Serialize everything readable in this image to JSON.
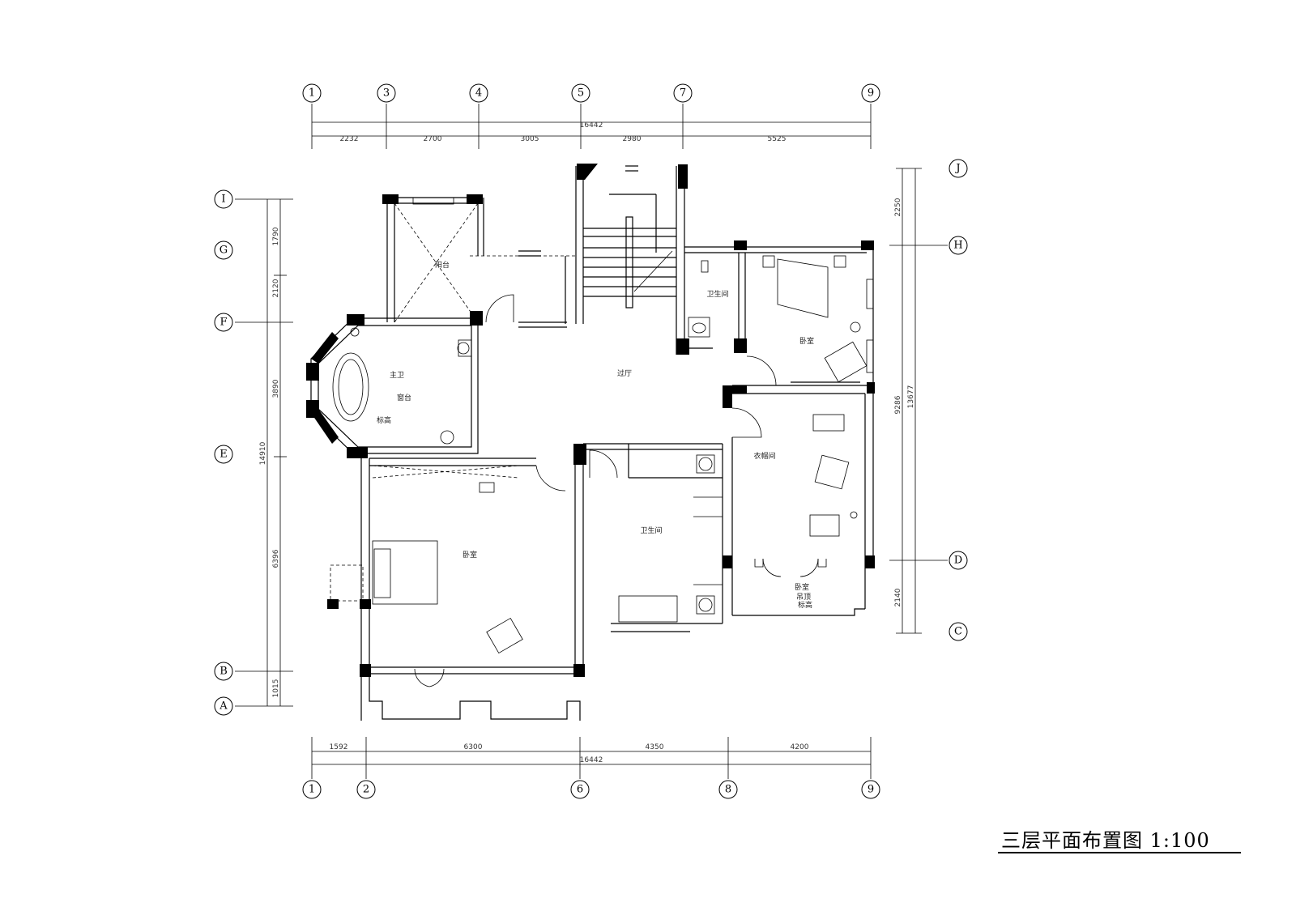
{
  "drawing_title": "三层平面布置图 1:100",
  "axes": {
    "top": [
      "1",
      "3",
      "4",
      "5",
      "7",
      "9"
    ],
    "bottom": [
      "1",
      "2",
      "6",
      "8",
      "9"
    ],
    "left": [
      "I",
      "G",
      "F",
      "E",
      "B",
      "A"
    ],
    "right": [
      "J",
      "H",
      "D",
      "C"
    ]
  },
  "dimensions": {
    "top_total": "16442",
    "top_segments": [
      "2232",
      "2700",
      "3005",
      "2980",
      "5525"
    ],
    "bottom_total": "16442",
    "bottom_segments": [
      "1592",
      "6300",
      "4350",
      "4200"
    ],
    "left_total": "14910",
    "left_segments": [
      "1790",
      "2120",
      "3890",
      "6396",
      "1015"
    ],
    "right_total": "13677",
    "right_segments": [
      "2250",
      "9286",
      "2140"
    ]
  },
  "rooms": {
    "balcony_top": "阳台",
    "master_bath": "主卫",
    "hall": "过厅",
    "bathroom": "卫生间",
    "bedroom_ne": "卧室",
    "bedroom_sw": "卧室",
    "closet": "衣帽间",
    "bedroom_e": "卧室",
    "note_a": "窗台",
    "note_b": "标高",
    "note_c": "吊顶"
  }
}
